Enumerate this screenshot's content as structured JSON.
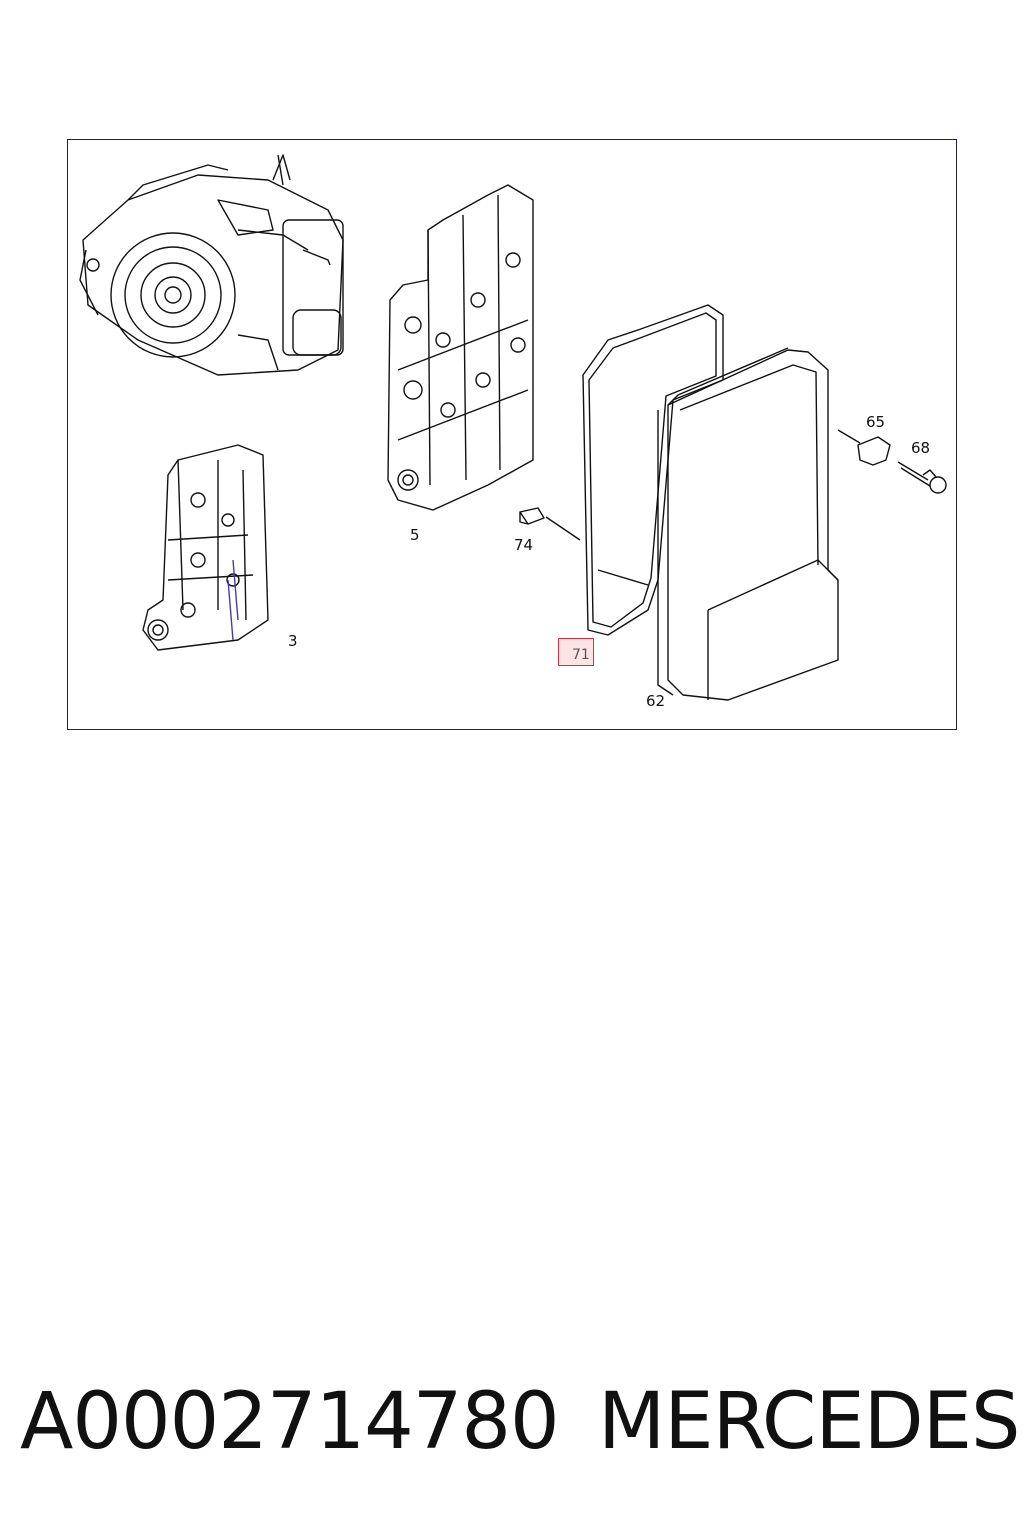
{
  "diagram": {
    "callouts": [
      {
        "label": "3"
      },
      {
        "label": "5"
      },
      {
        "label": "62"
      },
      {
        "label": "65"
      },
      {
        "label": "68"
      },
      {
        "label": "71"
      },
      {
        "label": "74"
      }
    ],
    "highlighted": "71"
  },
  "caption": {
    "part_number": "A0002714780",
    "brand": "MERCEDES"
  },
  "colors": {
    "frame": "#22223a",
    "highlight_border": "#d8323a",
    "highlight_fill": "#fde4e4"
  }
}
